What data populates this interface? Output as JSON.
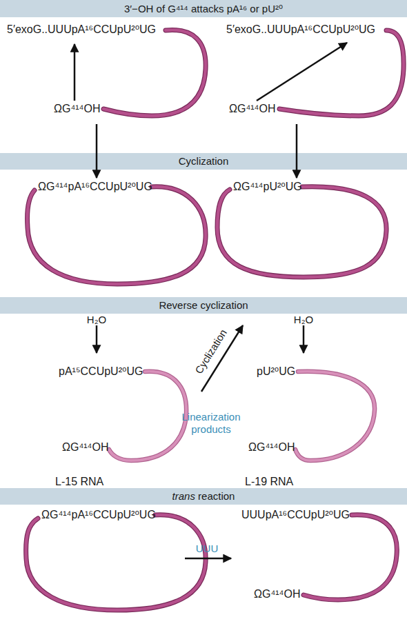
{
  "diagram": {
    "nodes": [
      {
        "text": [
          "3′−OH of G⁴¹⁴ attacks pA¹⁶ or pU²⁰"
        ]
      },
      {
        "text": [
          "5′exoG..UUUpA¹⁶CCUpU²⁰UG",
          "ΩG⁴¹⁴OH"
        ]
      },
      {
        "text": [
          "5′exoG..UUUpA¹⁶CCUpU²⁰UG",
          "ΩG⁴¹⁴OH"
        ]
      },
      {
        "text": [
          "Cyclization"
        ]
      },
      {
        "text": [
          "ΩG⁴¹⁴pA¹⁶CCUpU²⁰UG"
        ]
      },
      {
        "text": [
          "ΩG⁴¹⁴pU²⁰UG"
        ]
      },
      {
        "text": [
          "Reverse cyclization"
        ]
      },
      {
        "text": [
          "pA¹⁵CCUpU²⁰UG",
          "ΩG⁴¹⁴OH",
          "L-15 RNA"
        ]
      },
      {
        "text": [
          "pU²⁰UG",
          "ΩG⁴¹⁴OH",
          "L-19 RNA"
        ]
      },
      {
        "text": [
          "trans reaction"
        ]
      },
      {
        "text": [
          "ΩG⁴¹⁴pA¹⁶CCUpU²⁰UG"
        ]
      },
      {
        "text": [
          "UUUpA¹⁶CCUpU²⁰UG",
          "ΩG⁴¹⁴OH"
        ]
      }
    ],
    "edges": [
      {
        "from": 1,
        "to": 4,
        "arrow": "to"
      },
      {
        "from": 2,
        "to": 5,
        "arrow": "to"
      },
      {
        "from": 4,
        "to": 7,
        "label": "H₂O",
        "arrow": "to"
      },
      {
        "from": 5,
        "to": 8,
        "label": "H₂O",
        "arrow": "to"
      },
      {
        "from": 7,
        "to": 5,
        "label": "Cyclization",
        "arrow": "to"
      },
      {
        "from": 10,
        "to": 11,
        "label": "UUU",
        "arrow": "to"
      }
    ],
    "labels": [
      "Linearization products"
    ]
  }
}
